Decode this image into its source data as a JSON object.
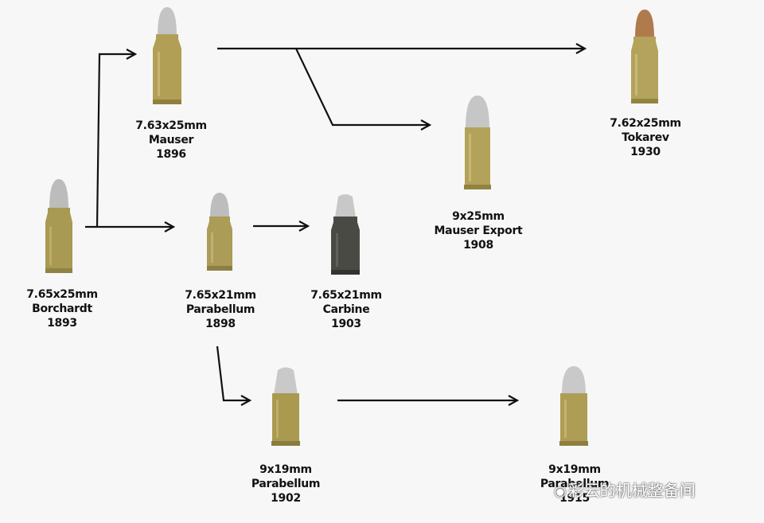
{
  "cartridges": [
    {
      "key": "borchardt",
      "lines": [
        "7.65x25mm",
        "Borchardt",
        "1893"
      ],
      "bullet": "#b9b9b9",
      "case": "#a89a52"
    },
    {
      "key": "mauser",
      "lines": [
        "7.63x25mm",
        "Mauser",
        "1896"
      ],
      "bullet": "#c4c4c4",
      "case": "#b19f55"
    },
    {
      "key": "parabellum765",
      "lines": [
        "7.65x21mm",
        "Parabellum",
        "1898"
      ],
      "bullet": "#bdbdbd",
      "case": "#ab9c57"
    },
    {
      "key": "carbine",
      "lines": [
        "7.65x21mm",
        "Carbine",
        "1903"
      ],
      "bullet": "#c8c8c8",
      "case": "#4a4a44"
    },
    {
      "key": "mauserexport",
      "lines": [
        "9x25mm",
        "Mauser Export",
        "1908"
      ],
      "bullet": "#c6c6c6",
      "case": "#b3a25a"
    },
    {
      "key": "tokarev",
      "lines": [
        "7.62x25mm",
        "Tokarev",
        "1930"
      ],
      "bullet": "#b07a4c",
      "case": "#b4a35c"
    },
    {
      "key": "parabellum9",
      "lines": [
        "9x19mm",
        "Parabellum",
        "1902"
      ],
      "bullet": "#c9c9c9",
      "case": "#a99a50"
    },
    {
      "key": "parabellum9b",
      "lines": [
        "9x19mm",
        "Parabellum",
        "1915"
      ],
      "bullet": "#c9c9c9",
      "case": "#ae9d55"
    }
  ],
  "watermark": {
    "icon": "wechat-icon",
    "text": "彩云的机械整备间"
  }
}
